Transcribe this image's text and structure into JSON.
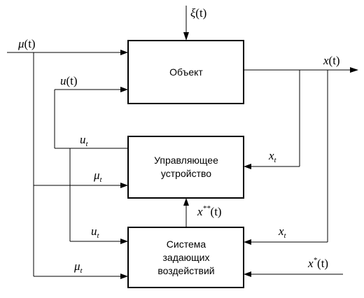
{
  "blocks": {
    "object": "Объект",
    "controller_line1": "Управляющее",
    "controller_line2": "устройство",
    "setpoint_line1": "Система",
    "setpoint_line2": "задающих",
    "setpoint_line3": "воздействий"
  },
  "signals": {
    "xi": {
      "sym": "ξ",
      "arg": "(t)"
    },
    "mu": {
      "sym": "μ",
      "arg": "(t)"
    },
    "u": {
      "sym": "u",
      "arg": "(t)"
    },
    "x": {
      "sym": "x",
      "arg": "(t)"
    },
    "u_t": {
      "sym": "u",
      "sub": "t"
    },
    "mu_t_ctrl": {
      "sym": "μ",
      "sub": "t"
    },
    "x_t_ctrl": {
      "sym": "x",
      "sub": "t"
    },
    "x_star_star": {
      "sym": "x",
      "sup": "**",
      "arg": "(t)"
    },
    "u_t_sys": {
      "sym": "u",
      "sub": "t"
    },
    "x_t_sys": {
      "sym": "x",
      "sub": "t"
    },
    "mu_t_sys": {
      "sym": "μ",
      "sub": "t"
    },
    "x_star": {
      "sym": "x",
      "sup": "*",
      "arg": "(t)"
    }
  }
}
